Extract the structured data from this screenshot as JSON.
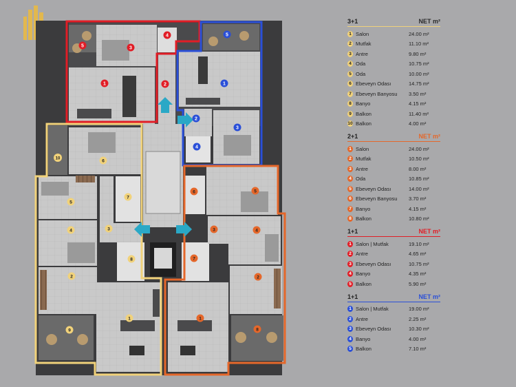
{
  "colors": {
    "background": "#a9a9ab",
    "unit_3plus1": "#f1d27a",
    "unit_2plus1": "#e5672a",
    "unit_1plus1_red": "#e11d26",
    "unit_1plus1_blue": "#2a4fd8",
    "arrow": "#2aa8c6"
  },
  "logo": {
    "text": ""
  },
  "legend": [
    {
      "title": "3+1",
      "net": "NET m²",
      "color": "#f1d27a",
      "rows": [
        {
          "n": "1",
          "name": "Salon",
          "area": "24.00 m²"
        },
        {
          "n": "2",
          "name": "Mutfak",
          "area": "11.10 m²"
        },
        {
          "n": "3",
          "name": "Antre",
          "area": "9.80 m²"
        },
        {
          "n": "4",
          "name": "Oda",
          "area": "10.75 m²"
        },
        {
          "n": "5",
          "name": "Oda",
          "area": "10.00 m²"
        },
        {
          "n": "6",
          "name": "Ebeveyn Odası",
          "area": "14.75 m²"
        },
        {
          "n": "7",
          "name": "Ebeveyn Banyosu",
          "area": "3.50 m²"
        },
        {
          "n": "8",
          "name": "Banyo",
          "area": "4.15 m²"
        },
        {
          "n": "9",
          "name": "Balkon",
          "area": "11.40 m²"
        },
        {
          "n": "10",
          "name": "Balkon",
          "area": "4.00 m²"
        }
      ]
    },
    {
      "title": "2+1",
      "net": "NET m²",
      "color": "#e5672a",
      "rows": [
        {
          "n": "1",
          "name": "Salon",
          "area": "24.00 m²"
        },
        {
          "n": "2",
          "name": "Mutfak",
          "area": "10.50 m²"
        },
        {
          "n": "3",
          "name": "Antre",
          "area": "8.00 m²"
        },
        {
          "n": "4",
          "name": "Oda",
          "area": "10.85 m²"
        },
        {
          "n": "5",
          "name": "Ebeveyn Odası",
          "area": "14.00 m²"
        },
        {
          "n": "6",
          "name": "Ebeveyn Banyosu",
          "area": "3.70 m²"
        },
        {
          "n": "7",
          "name": "Banyo",
          "area": "4.15 m²"
        },
        {
          "n": "8",
          "name": "Balkon",
          "area": "10.80 m²"
        }
      ]
    },
    {
      "title": "1+1",
      "net": "NET m²",
      "color": "#e11d26",
      "rows": [
        {
          "n": "1",
          "name": "Salon | Mutfak",
          "area": "19.10 m²"
        },
        {
          "n": "2",
          "name": "Antre",
          "area": "4.65 m²"
        },
        {
          "n": "3",
          "name": "Ebeveyn Odası",
          "area": "10.75 m²"
        },
        {
          "n": "4",
          "name": "Banyo",
          "area": "4.35 m²"
        },
        {
          "n": "5",
          "name": "Balkon",
          "area": "5.90 m²"
        }
      ]
    },
    {
      "title": "1+1",
      "net": "NET m²",
      "color": "#2a4fd8",
      "rows": [
        {
          "n": "1",
          "name": "Salon | Mutfak",
          "area": "19.00 m²"
        },
        {
          "n": "2",
          "name": "Antre",
          "area": "2.25 m²"
        },
        {
          "n": "3",
          "name": "Ebeveyn Odası",
          "area": "10.30 m²"
        },
        {
          "n": "4",
          "name": "Banyo",
          "area": "4.00 m²"
        },
        {
          "n": "5",
          "name": "Balkon",
          "area": "7.10 m²"
        }
      ]
    }
  ],
  "plan_markers": {
    "unit_red": [
      "1",
      "2",
      "3",
      "4",
      "5"
    ],
    "unit_blue": [
      "1",
      "2",
      "3",
      "4",
      "5"
    ],
    "unit_yellow": [
      "1",
      "2",
      "3",
      "4",
      "5",
      "6",
      "7",
      "8",
      "9",
      "10"
    ],
    "unit_orange": [
      "1",
      "2",
      "3",
      "4",
      "5",
      "6",
      "7",
      "8"
    ]
  }
}
